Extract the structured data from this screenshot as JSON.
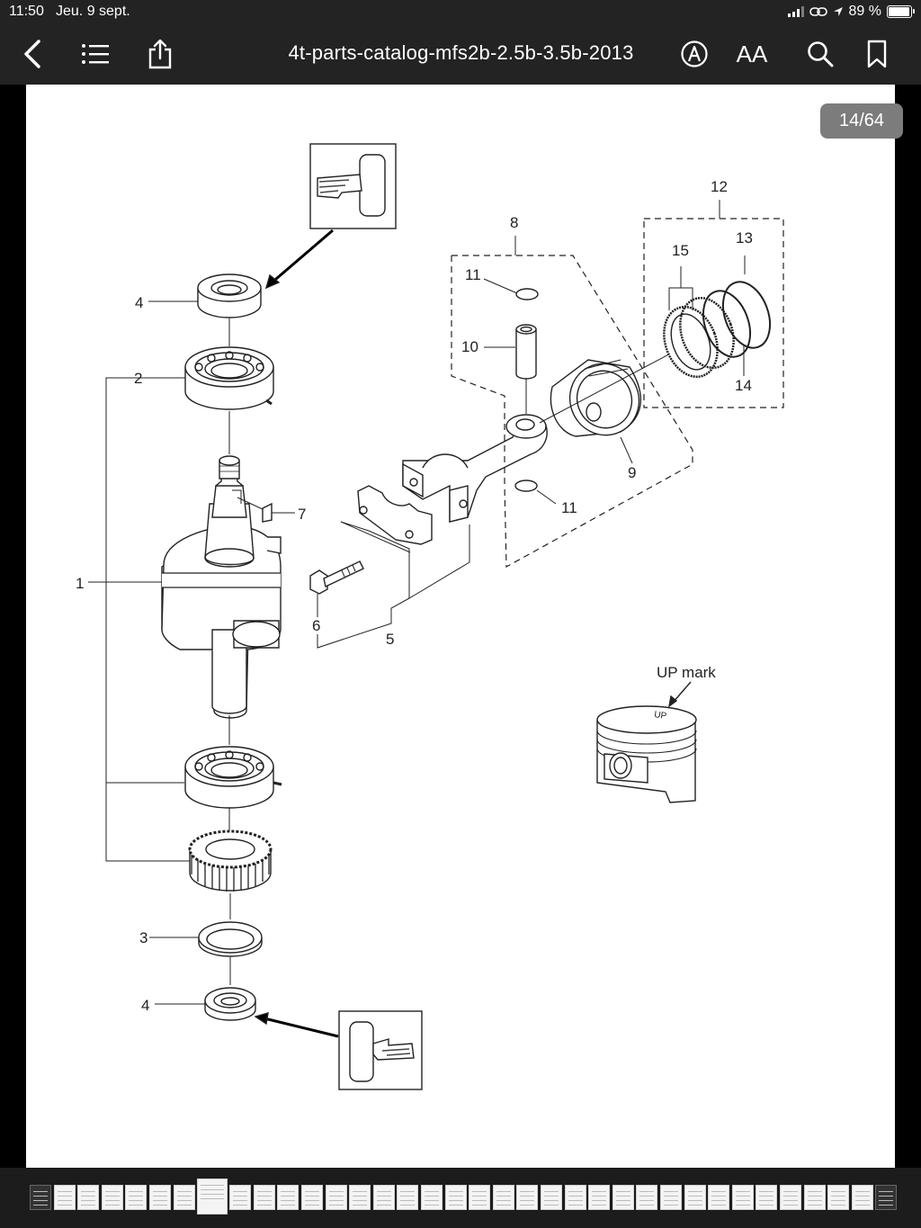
{
  "status_bar": {
    "time": "11:50",
    "date": "Jeu. 9 sept.",
    "battery": "89 %"
  },
  "toolbar": {
    "title": "4t-parts-catalog-mfs2b-2.5b-3.5b-2013",
    "icons": [
      "back-icon",
      "list-icon",
      "share-icon",
      "markup-icon",
      "text-size-icon",
      "search-icon",
      "bookmark-icon"
    ],
    "text_size_label": "AA"
  },
  "page": {
    "counter": "14/64",
    "diagram": {
      "callouts": {
        "c1": "1",
        "c2": "2",
        "c3": "3",
        "c4a": "4",
        "c4b": "4",
        "c5": "5",
        "c6": "6",
        "c7": "7",
        "c8": "8",
        "c9": "9",
        "c10": "10",
        "c11a": "11",
        "c11b": "11",
        "c12": "12",
        "c13": "13",
        "c14": "14",
        "c15": "15"
      },
      "up_mark_label": "UP mark",
      "piston_mark": "UP"
    }
  },
  "thumbnails": {
    "current_index": 7
  }
}
